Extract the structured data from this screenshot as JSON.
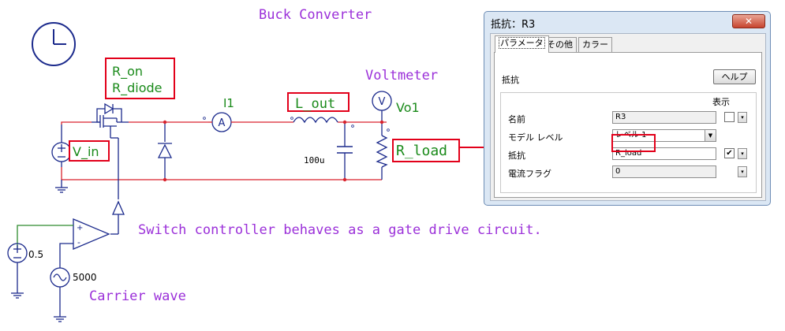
{
  "diagram": {
    "title": "Buck Converter",
    "labels": {
      "switch_params": [
        "R_on",
        "R_diode"
      ],
      "ammeter": "I1",
      "ammeter_symbol": "A",
      "inductor": "L_out",
      "voltmeter_title": "Voltmeter",
      "voltmeter_symbol": "V",
      "voltmeter_name": "Vo1",
      "capacitor_value": "100u",
      "load": "R_load",
      "source": "V_in",
      "dc_value": "0.5",
      "carrier_value": "5000",
      "controller_note": "Switch controller behaves as a gate drive circuit.",
      "carrier_label": "Carrier wave",
      "plus": "+",
      "minus": "-"
    },
    "colors": {
      "wire": "#d9232d",
      "component": "#1b2a8c",
      "gate_wire": "#2e8b2e",
      "highlight": "#e2001a",
      "title_text": "#9b30d9",
      "label_text": "#1a8a1a"
    }
  },
  "dialog": {
    "title": "抵抗：R3",
    "close_symbol": "✕",
    "tabs": [
      "パラメータ",
      "その他",
      "カラー"
    ],
    "section_label": "抵抗",
    "help_label": "ヘルプ",
    "display_header": "表示",
    "rows": [
      {
        "label": "名前",
        "value": "R3",
        "checked": false
      },
      {
        "label": "モデル レベル",
        "value": "レベル 1"
      },
      {
        "label": "抵抗",
        "value": "R_load",
        "checked": true
      },
      {
        "label": "電流フラグ",
        "value": "0"
      }
    ],
    "check_mark": "✔",
    "spin_symbol": "▾"
  }
}
